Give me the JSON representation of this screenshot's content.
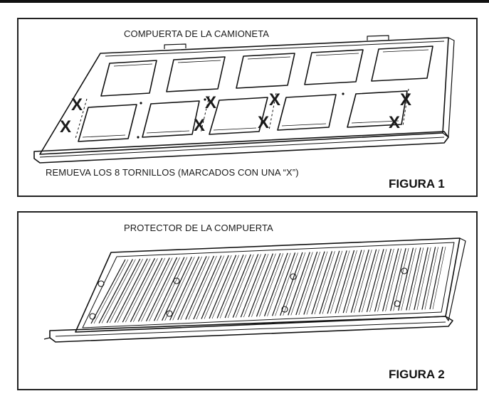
{
  "figures": [
    {
      "caption_top": "COMPUERTA DE LA CAMIONETA",
      "caption_bottom": "REMUEVA LOS 8 TORNILLOS (MARCADOS CON UNA “X”)",
      "figure_label": "FIGURA 1",
      "screw_mark": "X"
    },
    {
      "caption_top": "PROTECTOR DE LA COMPUERTA",
      "figure_label": "FIGURA 2"
    }
  ]
}
